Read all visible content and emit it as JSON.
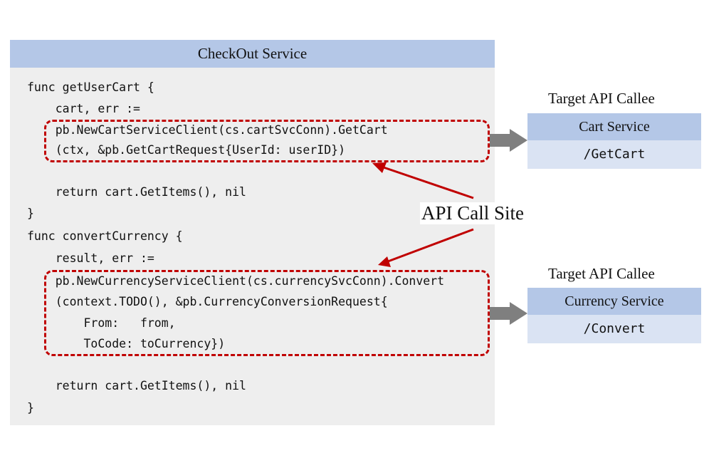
{
  "service": {
    "title": "CheckOut Service"
  },
  "code_lines": [
    "func getUserCart {",
    "    cart, err :=",
    "    pb.NewCartServiceClient(cs.cartSvcConn).GetCart",
    "    (ctx, &pb.GetCartRequest{UserId: userID})",
    "    return cart.GetItems(), nil",
    "}",
    "func convertCurrency {",
    "    result, err :=",
    "    pb.NewCurrencyServiceClient(cs.currencySvcConn).Convert",
    "    (context.TODO(), &pb.CurrencyConversionRequest{",
    "        From:   from,",
    "        ToCode: toCurrency})",
    "    return cart.GetItems(), nil",
    "}"
  ],
  "callsite_label": "API Call Site",
  "callees": [
    {
      "heading": "Target API Callee",
      "service": "Cart Service",
      "endpoint": "/GetCart"
    },
    {
      "heading": "Target API Callee",
      "service": "Currency Service",
      "endpoint": "/Convert"
    }
  ],
  "colors": {
    "header_fill": "#b4c7e7",
    "endpoint_fill": "#dae3f3",
    "panel_fill": "#eeeeee",
    "callout": "#c00000",
    "connector": "#7f7f7f"
  }
}
